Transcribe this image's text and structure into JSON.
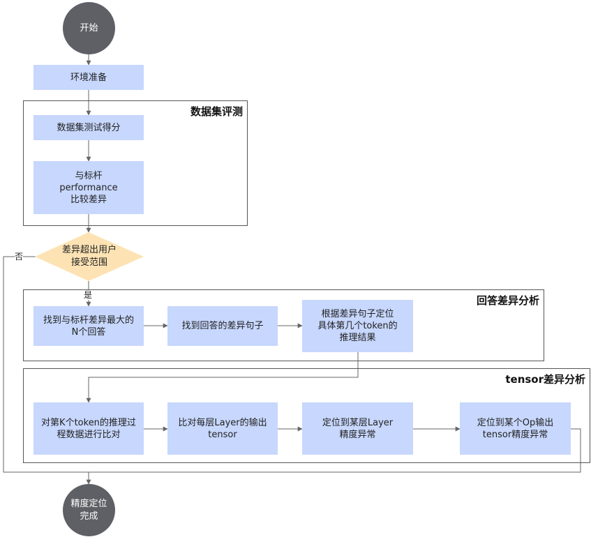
{
  "start": "开始",
  "env": "环境准备",
  "groups": {
    "dataset": "数据集评测",
    "answer": "回答差异分析",
    "tensor": "tensor差异分析"
  },
  "steps": {
    "dataset_score": "数据集测试得分",
    "compare_baseline": "与标杆\nperformance\n比较差异",
    "find_top_n": "找到与标杆差异最大的\nN个回答",
    "find_sentence": "找到回答的差异句子",
    "locate_token": "根据差异句子定位\n具体第几个token的\n推理结果",
    "compare_token": "对第K个token的推理过\n程数据进行比对",
    "compare_layer": "比对每层Layer的输出\ntensor",
    "locate_layer": "定位到某层Layer\n精度异常",
    "locate_op": "定位到某个Op输出\ntensor精度异常"
  },
  "decision": "差异超出用户\n接受范围",
  "labels": {
    "no": "否",
    "yes": "是"
  },
  "end": "精度定位\n完成",
  "colors": {
    "box": "#c7d7fd",
    "circle": "#5f6066",
    "diamond": "#fde3b4",
    "border": "#555555",
    "line": "#666666"
  }
}
